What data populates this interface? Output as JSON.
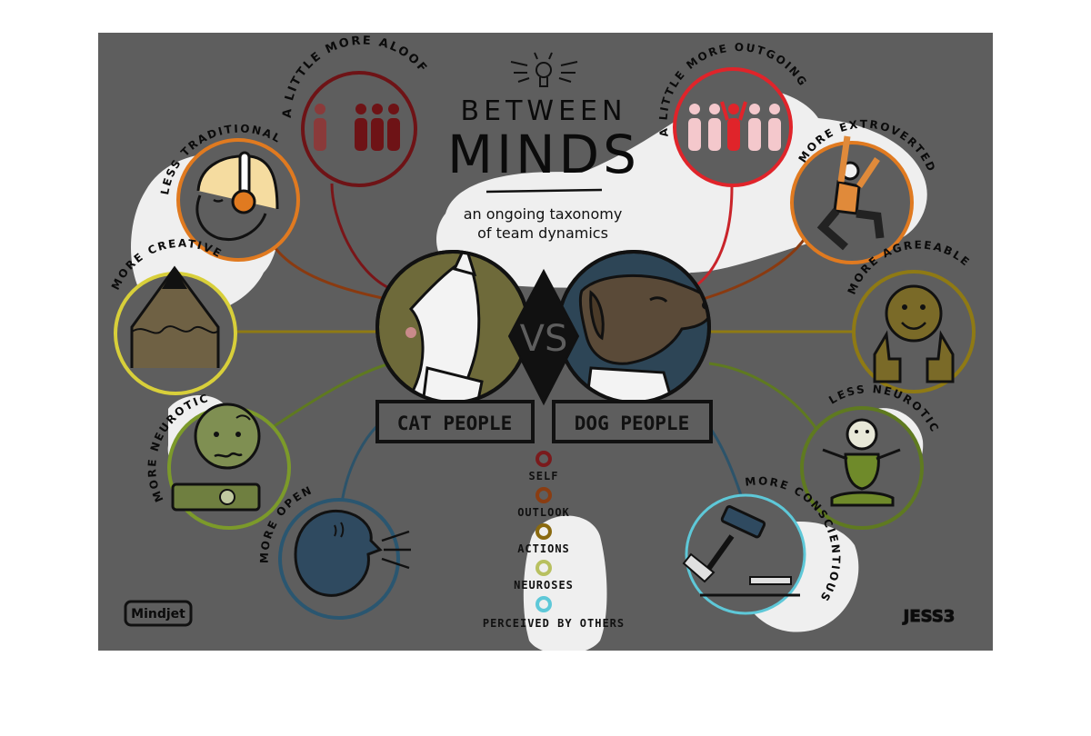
{
  "title_line1": "BETWEEN",
  "title_line2": "MINDS",
  "subtitle_line1": "an ongoing taxonomy",
  "subtitle_line2": "of team dynamics",
  "center": {
    "left_label": "CAT PEOPLE",
    "vs_label": "VS",
    "right_label": "DOG PEOPLE"
  },
  "traits_left": [
    {
      "label": "A LITTLE MORE ALOOF",
      "category": "self",
      "icon": "people-icon"
    },
    {
      "label": "LESS TRADITIONAL",
      "category": "outlook",
      "icon": "headphones-icon"
    },
    {
      "label": "MORE CREATIVE",
      "category": "actions",
      "icon": "pencil-icon"
    },
    {
      "label": "MORE NEUROTIC",
      "category": "neuroses",
      "icon": "worried-face-icon"
    },
    {
      "label": "MORE OPEN",
      "category": "perceived",
      "icon": "speaking-head-icon"
    }
  ],
  "traits_right": [
    {
      "label": "A LITTLE MORE OUTGOING",
      "category": "self",
      "icon": "people-icon"
    },
    {
      "label": "MORE EXTROVERTED",
      "category": "outlook",
      "icon": "jumping-person-icon"
    },
    {
      "label": "MORE AGREEABLE",
      "category": "actions",
      "icon": "thumbs-up-icon"
    },
    {
      "label": "LESS NEUROTIC",
      "category": "neuroses",
      "icon": "meditating-person-icon"
    },
    {
      "label": "MORE CONSCIENTIOUS",
      "category": "perceived",
      "icon": "gavel-icon"
    }
  ],
  "legend": [
    {
      "label": "SELF",
      "color": "#7a1a1c"
    },
    {
      "label": "OUTLOOK",
      "color": "#8a3d12"
    },
    {
      "label": "ACTIONS",
      "color": "#8a6a10"
    },
    {
      "label": "NEUROSES",
      "color": "#b8c060"
    },
    {
      "label": "PERCEIVED BY OTHERS",
      "color": "#5ec8d8"
    }
  ],
  "logos": {
    "left": "Mindjet",
    "right": "JESS3"
  },
  "colors": {
    "background": "#5e5e5e",
    "self_left": "#6e1316",
    "self_right": "#e0242a",
    "outlook": "#e07a20",
    "actions": "#d8cf3a",
    "neuroses": "#7c9a2a",
    "perceived": "#2a5670"
  }
}
